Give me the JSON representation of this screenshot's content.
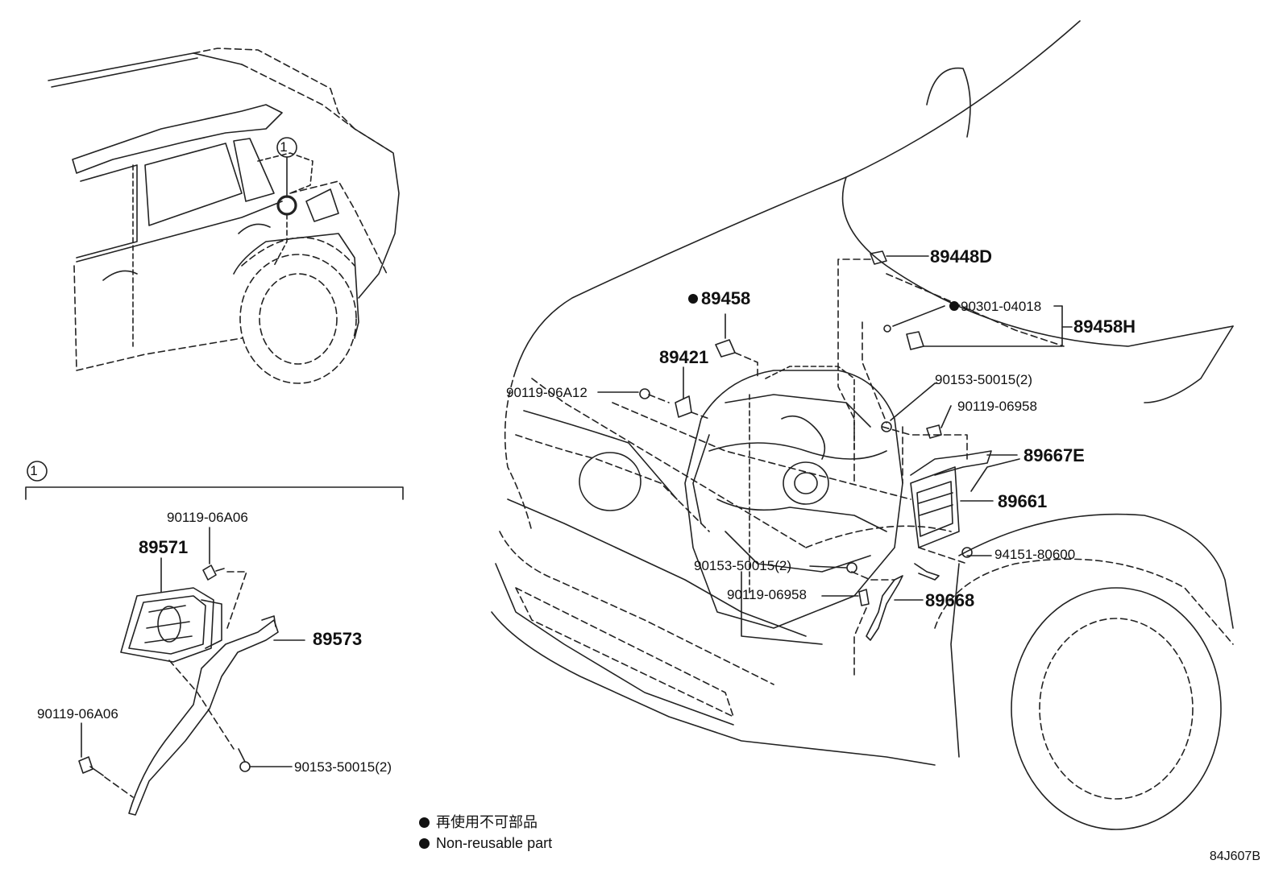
{
  "callout": {
    "number": "1"
  },
  "labels": {
    "p89448D": "89448D",
    "p89458": "89458",
    "p90301": "90301-04018",
    "p89458H": "89458H",
    "p89421": "89421",
    "p90119_06A12": "90119-06A12",
    "p90153_top": "90153-50015(2)",
    "p90119_06958_top": "90119-06958",
    "p89667E": "89667E",
    "p89661": "89661",
    "p90153_mid": "90153-50015(2)",
    "p94151": "94151-80600",
    "p90119_06958_mid": "90119-06958",
    "p89668": "89668",
    "p90119_06A06_a": "90119-06A06",
    "p89571": "89571",
    "p89573": "89573",
    "p90119_06A06_b": "90119-06A06",
    "p90153_bottom": "90153-50015(2)"
  },
  "legend": {
    "jp": "再使用不可部品",
    "en": "Non-reusable part"
  },
  "diagram_code": "84J607B"
}
